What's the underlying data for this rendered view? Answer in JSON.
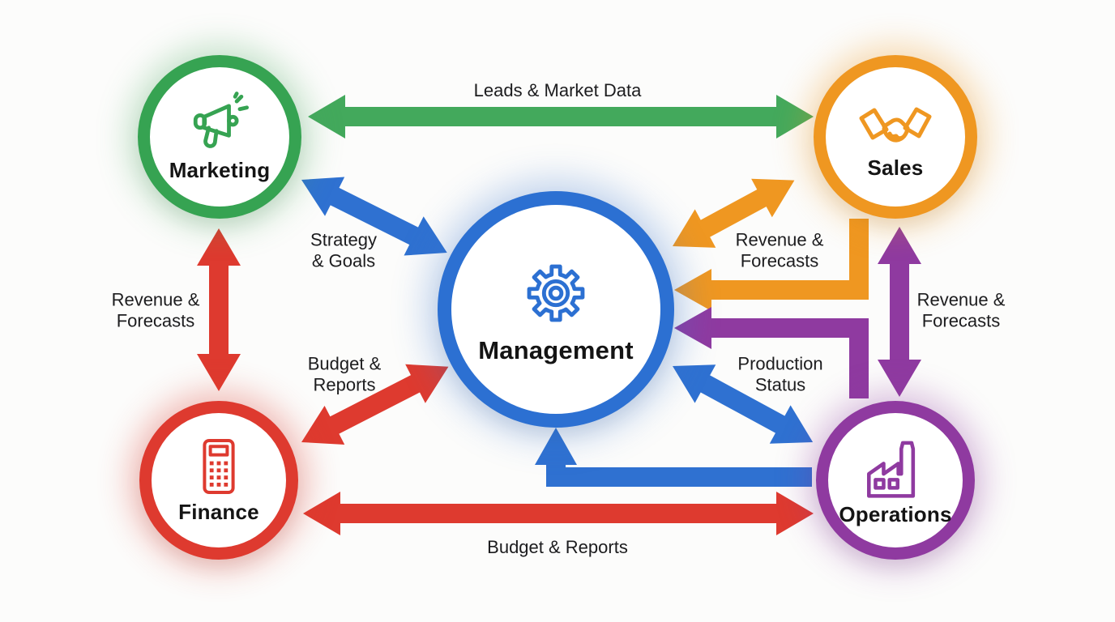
{
  "colors": {
    "green": "#43A95C",
    "blue": "#2F71D1",
    "orange": "#EF9721",
    "red": "#DE3A2F",
    "purple": "#8F3AA0",
    "text": "#1c1c1e",
    "background": "#fcfcfb"
  },
  "nodes": {
    "marketing": {
      "label": "Marketing",
      "color": "#36A352",
      "icon": "megaphone-icon"
    },
    "sales": {
      "label": "Sales",
      "color": "#EF9721",
      "icon": "handshake-icon"
    },
    "management": {
      "label": "Management",
      "color": "#2C70D2",
      "icon": "gear-icon"
    },
    "finance": {
      "label": "Finance",
      "color": "#DE3A2F",
      "icon": "calculator-icon"
    },
    "operations": {
      "label": "Operations",
      "color": "#8F3AA0",
      "icon": "factory-icon"
    }
  },
  "edge_labels": {
    "leads": "Leads & Market Data",
    "strategy": "Strategy\n& Goals",
    "revenue_left": "Revenue &\nForecasts",
    "budget_mid": "Budget &\nReports",
    "revenue_sales_mgmt": "Revenue &\nForecasts",
    "revenue_right": "Revenue &\nForecasts",
    "production": "Production\nStatus",
    "budget_bottom": "Budget & Reports"
  },
  "edges": [
    {
      "from": "Marketing",
      "to": "Sales",
      "label": "Leads & Market Data",
      "color": "green",
      "bidirectional": true
    },
    {
      "from": "Marketing",
      "to": "Management",
      "label": "Strategy & Goals",
      "color": "blue",
      "bidirectional": true
    },
    {
      "from": "Marketing",
      "to": "Finance",
      "label": "Revenue & Forecasts",
      "color": "red",
      "bidirectional": true
    },
    {
      "from": "Finance",
      "to": "Management",
      "label": "Budget & Reports",
      "color": "red",
      "bidirectional": true
    },
    {
      "from": "Sales",
      "to": "Management",
      "label": "Revenue & Forecasts",
      "color": "orange",
      "bidirectional": true
    },
    {
      "from": "Sales",
      "to": "Management",
      "label": "",
      "color": "orange",
      "bidirectional": false,
      "style": "elbow"
    },
    {
      "from": "Sales",
      "to": "Operations",
      "label": "Revenue & Forecasts",
      "color": "purple",
      "bidirectional": true
    },
    {
      "from": "Operations",
      "to": "Management",
      "label": "",
      "color": "purple",
      "bidirectional": false,
      "style": "elbow"
    },
    {
      "from": "Management",
      "to": "Operations",
      "label": "Production Status",
      "color": "blue",
      "bidirectional": true
    },
    {
      "from": "Operations",
      "to": "Management",
      "label": "",
      "color": "blue",
      "bidirectional": false,
      "style": "elbow"
    },
    {
      "from": "Finance",
      "to": "Operations",
      "label": "Budget & Reports",
      "color": "red",
      "bidirectional": true
    }
  ]
}
